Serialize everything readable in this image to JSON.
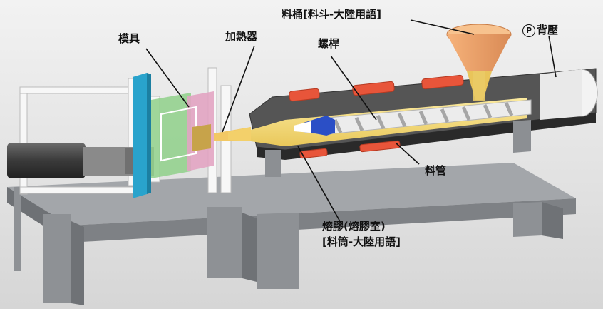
{
  "labels": {
    "hopper": "料桶[料斗-大陸用語]",
    "back_pressure_symbol": "P",
    "back_pressure": "背壓",
    "mold": "模具",
    "heater": "加熱器",
    "screw": "螺桿",
    "barrel": "料管",
    "melt_line1": "熔膠(熔膠室)",
    "melt_line2": "[料筒-大陸用語]"
  },
  "colors": {
    "mold_plate": "#29a3cc",
    "heater_band": "#e8553a",
    "hopper": "#f2a86a",
    "melt": "#f5dc75",
    "barrel": "#4a4a4a",
    "base": "#8c8f93"
  }
}
